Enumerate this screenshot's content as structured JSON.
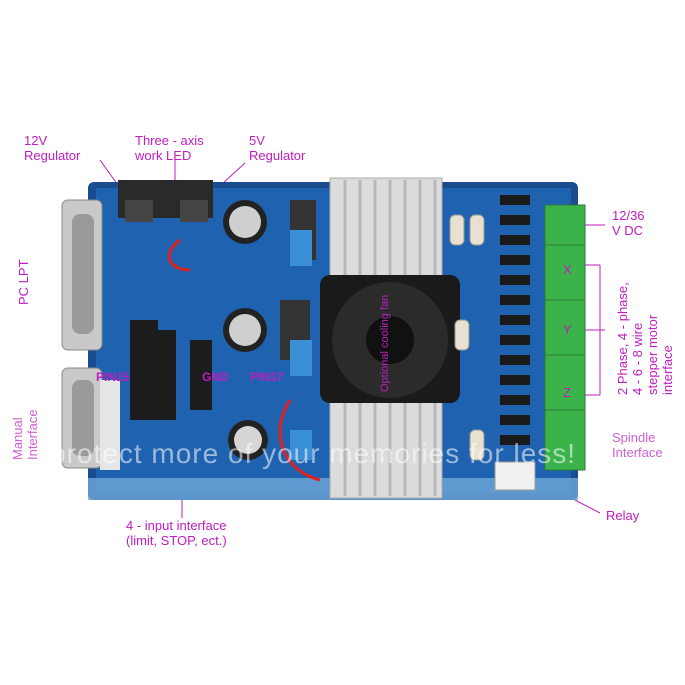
{
  "labels": {
    "reg12": [
      "12V",
      "Regulator"
    ],
    "led": [
      "Three - axis",
      "work LED"
    ],
    "reg5": [
      "5V",
      "Regulator"
    ],
    "pc_lpt": "PC LPT",
    "power": [
      "12/36",
      "V DC"
    ],
    "axis_x": "X",
    "axis_y": "Y",
    "axis_z": "Z",
    "motor": [
      "2 Phase, 4 - phase,",
      "4 - 6 - 8 wire",
      "stepper motor",
      "interface"
    ],
    "manual": [
      "Manual",
      "Interface"
    ],
    "spindle": [
      "Spindle",
      "Interface"
    ],
    "relay": "Relay",
    "input": [
      "4 - input interface",
      "(limit, STOP, ect.)"
    ]
  },
  "board_marks": {
    "pin_left": "PIN15",
    "gnd": "GND",
    "pin17": "PIN17",
    "fan_note": "Optional cooling fan"
  },
  "watermark": "protect more of your memories for less!",
  "colors": {
    "label": "#c01cc0",
    "board": "#1d5fa8",
    "heatsink": "#d8d8d8"
  }
}
